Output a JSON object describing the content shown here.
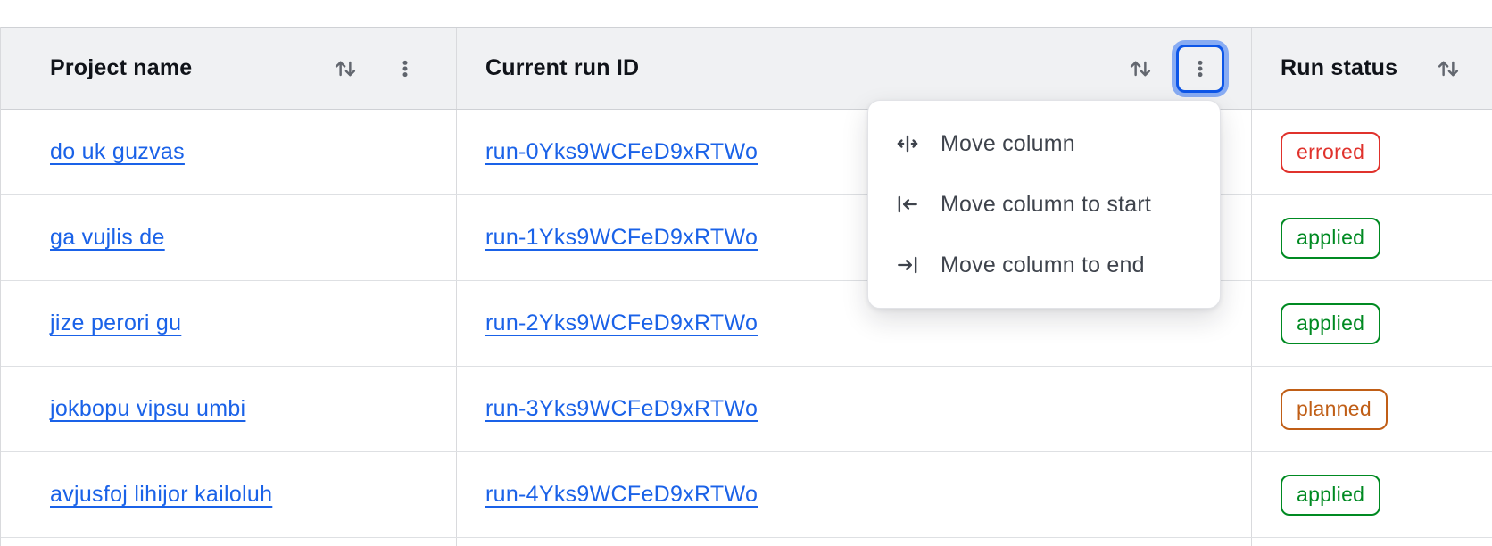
{
  "table": {
    "columns": [
      {
        "label": "Project name",
        "sort_icon": "sort-arrows-icon",
        "menu_icon": "kebab-menu-icon"
      },
      {
        "label": "Current run ID",
        "sort_icon": "sort-arrows-icon",
        "menu_icon": "kebab-menu-icon",
        "menu_open": true
      },
      {
        "label": "Run status",
        "sort_icon": "sort-arrows-icon"
      }
    ],
    "rows": [
      {
        "project": "do uk guzvas",
        "run_id": "run-0Yks9WCFeD9xRTWo",
        "status": "errored"
      },
      {
        "project": "ga vujlis de",
        "run_id": "run-1Yks9WCFeD9xRTWo",
        "status": "applied"
      },
      {
        "project": "jize perori gu",
        "run_id": "run-2Yks9WCFeD9xRTWo",
        "status": "applied"
      },
      {
        "project": "jokbopu vipsu umbi",
        "run_id": "run-3Yks9WCFeD9xRTWo",
        "status": "planned"
      },
      {
        "project": "avjusfoj lihijor kailoluh",
        "run_id": "run-4Yks9WCFeD9xRTWo",
        "status": "applied"
      }
    ]
  },
  "context_menu": {
    "items": [
      {
        "icon": "move-column-icon",
        "label": "Move column"
      },
      {
        "icon": "move-column-to-start-icon",
        "label": "Move column to start"
      },
      {
        "icon": "move-column-to-end-icon",
        "label": "Move column to end"
      }
    ]
  },
  "colors": {
    "link": "#1a62e8",
    "focus_ring": "#0d56e8",
    "header_bg": "#f0f1f3",
    "status_errored": "#e0322c",
    "status_applied": "#008a22",
    "status_planned": "#c05e16"
  }
}
